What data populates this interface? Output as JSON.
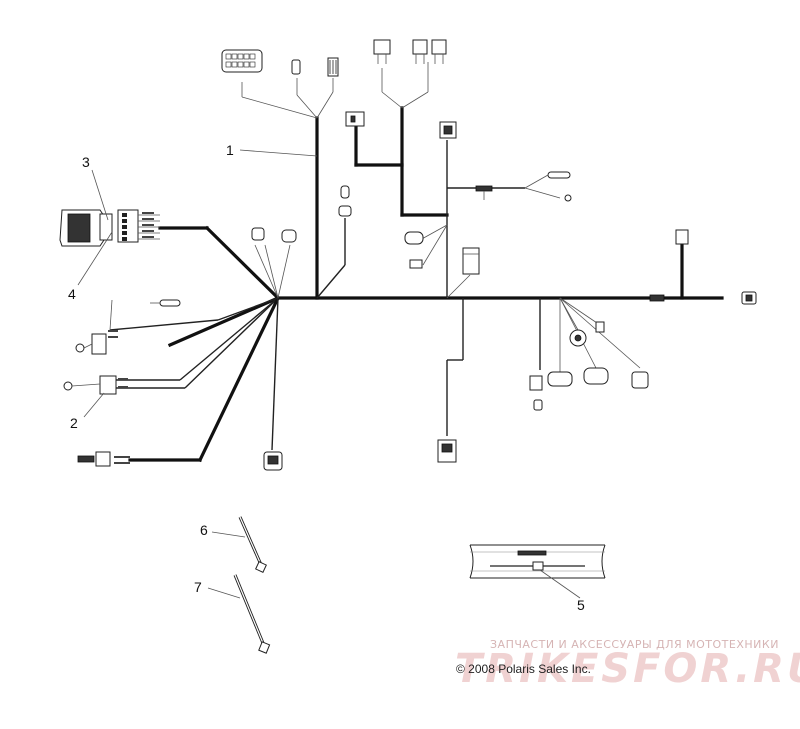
{
  "diagram": {
    "callouts": {
      "c1": "1",
      "c2": "2",
      "c3": "3",
      "c4": "4",
      "c5": "5",
      "c6": "6",
      "c7": "7"
    },
    "copyright": "© 2008 Polaris Sales Inc.",
    "watermark": {
      "tagline": "ЗАПЧАСТИ И АКСЕССУАРЫ ДЛЯ МОТОТЕХНИКИ",
      "brand": "TRIKESFOR.RU"
    }
  }
}
